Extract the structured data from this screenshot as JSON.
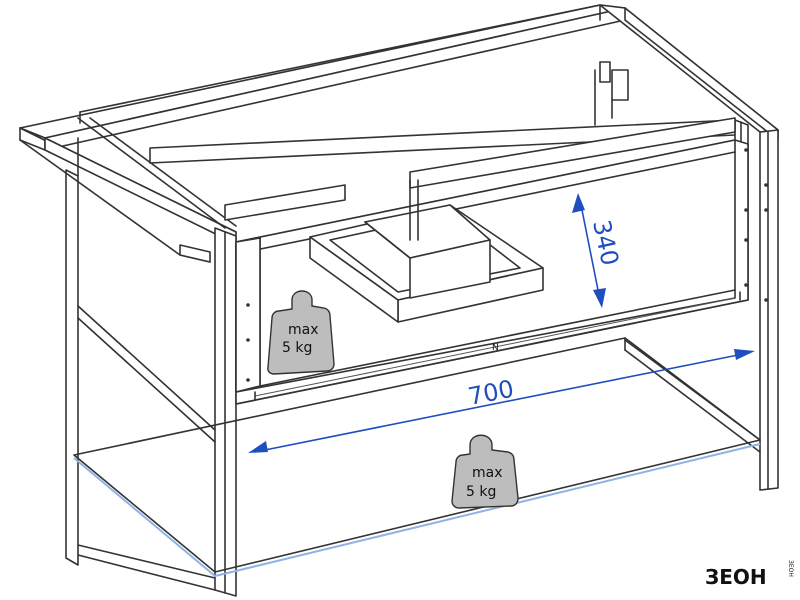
{
  "dimensions": {
    "width_value": "700",
    "height_value": "340"
  },
  "load_labels": {
    "drawer": {
      "line1": "max",
      "line2": "5 kg"
    },
    "shelf": {
      "line1": "max",
      "line2": "5 kg"
    }
  },
  "brand": {
    "logo_text": "ЗЕОН",
    "logo_subtext": "ЗЕОН"
  },
  "colors": {
    "outline": "#333333",
    "dimension": "#1f4fbf",
    "weight_fill": "#bdbdbd",
    "glass_edge": "#8fb3e6"
  }
}
